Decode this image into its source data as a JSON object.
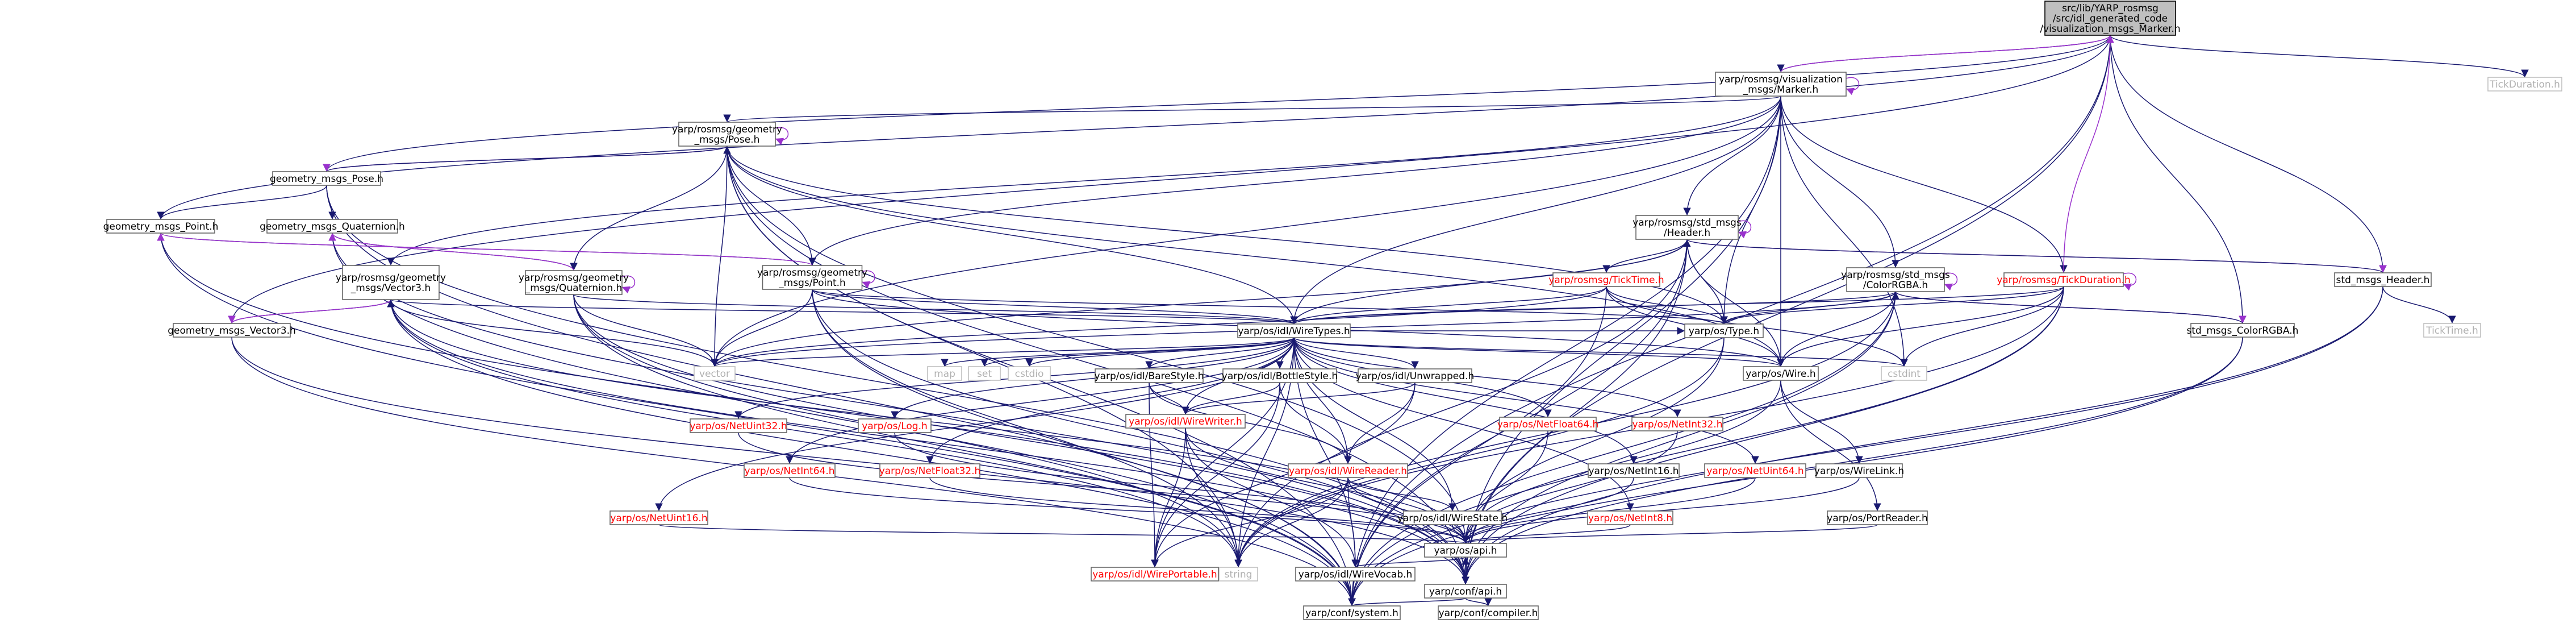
{
  "nodes": [
    {
      "id": "root",
      "label": [
        "src/lib/YARP_rosmsg",
        "/src/idl_generated_code",
        "/visualization_msgs_Marker.h"
      ],
      "kind": "root"
    },
    {
      "id": "vis_marker",
      "label": [
        "yarp/rosmsg/visualization",
        "_msgs/Marker.h"
      ],
      "kind": "normal"
    },
    {
      "id": "tick_duration_std",
      "label": [
        "TickDuration.h"
      ],
      "kind": "missing"
    },
    {
      "id": "geom_pose",
      "label": [
        "yarp/rosmsg/geometry",
        "_msgs/Pose.h"
      ],
      "kind": "normal"
    },
    {
      "id": "geometry_msgs_pose",
      "label": [
        "geometry_msgs_Pose.h"
      ],
      "kind": "normal"
    },
    {
      "id": "geometry_msgs_point",
      "label": [
        "geometry_msgs_Point.h"
      ],
      "kind": "normal"
    },
    {
      "id": "geometry_msgs_quat",
      "label": [
        "geometry_msgs_Quaternion.h"
      ],
      "kind": "normal"
    },
    {
      "id": "geometry_msgs_vec3",
      "label": [
        "geometry_msgs_Vector3.h"
      ],
      "kind": "normal"
    },
    {
      "id": "geom_vector3",
      "label": [
        "yarp/rosmsg/geometry",
        "_msgs/Vector3.h"
      ],
      "kind": "normal"
    },
    {
      "id": "geom_quat",
      "label": [
        "yarp/rosmsg/geometry",
        "_msgs/Quaternion.h"
      ],
      "kind": "normal"
    },
    {
      "id": "geom_point",
      "label": [
        "yarp/rosmsg/geometry",
        "_msgs/Point.h"
      ],
      "kind": "normal"
    },
    {
      "id": "std_header",
      "label": [
        "yarp/rosmsg/std_msgs",
        "/Header.h"
      ],
      "kind": "normal"
    },
    {
      "id": "tick_time",
      "label": [
        "yarp/rosmsg/TickTime.h"
      ],
      "kind": "broken"
    },
    {
      "id": "std_colorrgba",
      "label": [
        "yarp/rosmsg/std_msgs",
        "/ColorRGBA.h"
      ],
      "kind": "normal"
    },
    {
      "id": "tick_duration",
      "label": [
        "yarp/rosmsg/TickDuration.h"
      ],
      "kind": "broken"
    },
    {
      "id": "std_msgs_header",
      "label": [
        "std_msgs_Header.h"
      ],
      "kind": "normal"
    },
    {
      "id": "std_msgs_colorrgba",
      "label": [
        "std_msgs_ColorRGBA.h"
      ],
      "kind": "normal"
    },
    {
      "id": "ticktime_std",
      "label": [
        "TickTime.h"
      ],
      "kind": "missing"
    },
    {
      "id": "wiretypes",
      "label": [
        "yarp/os/idl/WireTypes.h"
      ],
      "kind": "normal"
    },
    {
      "id": "os_type",
      "label": [
        "yarp/os/Type.h"
      ],
      "kind": "normal"
    },
    {
      "id": "os_wire",
      "label": [
        "yarp/os/Wire.h"
      ],
      "kind": "normal"
    },
    {
      "id": "vector",
      "label": [
        "vector"
      ],
      "kind": "missing"
    },
    {
      "id": "map",
      "label": [
        "map"
      ],
      "kind": "missing"
    },
    {
      "id": "set",
      "label": [
        "set"
      ],
      "kind": "missing"
    },
    {
      "id": "cstdio",
      "label": [
        "cstdio"
      ],
      "kind": "missing"
    },
    {
      "id": "cstdint",
      "label": [
        "cstdint"
      ],
      "kind": "missing"
    },
    {
      "id": "string",
      "label": [
        "string"
      ],
      "kind": "missing"
    },
    {
      "id": "barestyle",
      "label": [
        "yarp/os/idl/BareStyle.h"
      ],
      "kind": "normal"
    },
    {
      "id": "bottlestyle",
      "label": [
        "yarp/os/idl/BottleStyle.h"
      ],
      "kind": "normal"
    },
    {
      "id": "unwrapped",
      "label": [
        "yarp/os/idl/Unwrapped.h"
      ],
      "kind": "normal"
    },
    {
      "id": "netfloat64",
      "label": [
        "yarp/os/NetFloat64.h"
      ],
      "kind": "broken"
    },
    {
      "id": "netint32",
      "label": [
        "yarp/os/NetInt32.h"
      ],
      "kind": "broken"
    },
    {
      "id": "netuint32",
      "label": [
        "yarp/os/NetUint32.h"
      ],
      "kind": "broken"
    },
    {
      "id": "os_log",
      "label": [
        "yarp/os/Log.h"
      ],
      "kind": "broken"
    },
    {
      "id": "wirewriter",
      "label": [
        "yarp/os/idl/WireWriter.h"
      ],
      "kind": "broken"
    },
    {
      "id": "wirereader",
      "label": [
        "yarp/os/idl/WireReader.h"
      ],
      "kind": "broken"
    },
    {
      "id": "netint64",
      "label": [
        "yarp/os/NetInt64.h"
      ],
      "kind": "broken"
    },
    {
      "id": "netfloat32",
      "label": [
        "yarp/os/NetFloat32.h"
      ],
      "kind": "broken"
    },
    {
      "id": "netuint64",
      "label": [
        "yarp/os/NetUint64.h"
      ],
      "kind": "broken"
    },
    {
      "id": "netint16",
      "label": [
        "yarp/os/NetInt16.h"
      ],
      "kind": "normal"
    },
    {
      "id": "wirelink",
      "label": [
        "yarp/os/WireLink.h"
      ],
      "kind": "normal"
    },
    {
      "id": "netint8",
      "label": [
        "yarp/os/NetInt8.h"
      ],
      "kind": "broken"
    },
    {
      "id": "netuint16",
      "label": [
        "yarp/os/NetUint16.h"
      ],
      "kind": "broken"
    },
    {
      "id": "wireportable",
      "label": [
        "yarp/os/idl/WirePortable.h"
      ],
      "kind": "broken"
    },
    {
      "id": "wirevocab",
      "label": [
        "yarp/os/idl/WireVocab.h"
      ],
      "kind": "normal"
    },
    {
      "id": "wirestate",
      "label": [
        "yarp/os/idl/WireState.h"
      ],
      "kind": "normal"
    },
    {
      "id": "portreader",
      "label": [
        "yarp/os/PortReader.h"
      ],
      "kind": "normal"
    },
    {
      "id": "os_api",
      "label": [
        "yarp/os/api.h"
      ],
      "kind": "normal"
    },
    {
      "id": "conf_api",
      "label": [
        "yarp/conf/api.h"
      ],
      "kind": "normal"
    },
    {
      "id": "conf_system",
      "label": [
        "yarp/conf/system.h"
      ],
      "kind": "normal"
    },
    {
      "id": "conf_compiler",
      "label": [
        "yarp/conf/compiler.h"
      ],
      "kind": "normal"
    }
  ],
  "edges": [
    [
      "root",
      "vis_marker",
      "n"
    ],
    [
      "root",
      "tick_duration_std",
      "n"
    ],
    [
      "root",
      "geometry_msgs_pose",
      "n"
    ],
    [
      "root",
      "geometry_msgs_point",
      "n"
    ],
    [
      "root",
      "geometry_msgs_vec3",
      "n"
    ],
    [
      "root",
      "std_msgs_header",
      "n"
    ],
    [
      "root",
      "std_msgs_colorrgba",
      "n"
    ],
    [
      "root",
      "conf_api",
      "n"
    ],
    [
      "root",
      "conf_system",
      "n"
    ],
    [
      "vis_marker",
      "root",
      "p"
    ],
    [
      "vis_marker",
      "vis_marker",
      "p"
    ],
    [
      "vis_marker",
      "geom_pose",
      "n"
    ],
    [
      "vis_marker",
      "geom_vector3",
      "n"
    ],
    [
      "vis_marker",
      "geom_point",
      "n"
    ],
    [
      "vis_marker",
      "std_header",
      "n"
    ],
    [
      "vis_marker",
      "std_colorrgba",
      "n"
    ],
    [
      "vis_marker",
      "tick_duration",
      "n"
    ],
    [
      "vis_marker",
      "wiretypes",
      "n"
    ],
    [
      "vis_marker",
      "os_type",
      "n"
    ],
    [
      "vis_marker",
      "os_wire",
      "n"
    ],
    [
      "vis_marker",
      "vector",
      "n"
    ],
    [
      "vis_marker",
      "conf_api",
      "n"
    ],
    [
      "vis_marker",
      "conf_system",
      "n"
    ],
    [
      "vis_marker",
      "cstdint",
      "n"
    ],
    [
      "geom_pose",
      "geom_pose",
      "p"
    ],
    [
      "geom_pose",
      "geometry_msgs_pose",
      "p"
    ],
    [
      "geom_pose",
      "geom_point",
      "n"
    ],
    [
      "geom_pose",
      "geom_quat",
      "n"
    ],
    [
      "geom_pose",
      "wiretypes",
      "n"
    ],
    [
      "geom_pose",
      "os_type",
      "n"
    ],
    [
      "geom_pose",
      "os_wire",
      "n"
    ],
    [
      "geom_pose",
      "vector",
      "n"
    ],
    [
      "geom_pose",
      "string",
      "n"
    ],
    [
      "geom_pose",
      "os_api",
      "n"
    ],
    [
      "geom_pose",
      "conf_api",
      "n"
    ],
    [
      "geom_pose",
      "conf_system",
      "n"
    ],
    [
      "geometry_msgs_pose",
      "geom_pose",
      "n"
    ],
    [
      "geometry_msgs_pose",
      "geometry_msgs_point",
      "n"
    ],
    [
      "geometry_msgs_pose",
      "geometry_msgs_quat",
      "n"
    ],
    [
      "geometry_msgs_pose",
      "conf_api",
      "n"
    ],
    [
      "geometry_msgs_pose",
      "conf_system",
      "n"
    ],
    [
      "geometry_msgs_point",
      "geom_point",
      "n"
    ],
    [
      "geometry_msgs_point",
      "conf_api",
      "n"
    ],
    [
      "geometry_msgs_point",
      "conf_system",
      "n"
    ],
    [
      "geometry_msgs_quat",
      "geom_quat",
      "n"
    ],
    [
      "geometry_msgs_quat",
      "conf_api",
      "n"
    ],
    [
      "geometry_msgs_quat",
      "conf_system",
      "n"
    ],
    [
      "geometry_msgs_vec3",
      "geom_vector3",
      "n"
    ],
    [
      "geometry_msgs_vec3",
      "conf_api",
      "n"
    ],
    [
      "geometry_msgs_vec3",
      "conf_system",
      "n"
    ],
    [
      "geom_vector3",
      "geometry_msgs_vec3",
      "p"
    ],
    [
      "geom_vector3",
      "wiretypes",
      "n"
    ],
    [
      "geom_vector3",
      "vector",
      "n"
    ],
    [
      "geom_vector3",
      "string",
      "n"
    ],
    [
      "geom_vector3",
      "os_api",
      "n"
    ],
    [
      "geom_vector3",
      "conf_api",
      "n"
    ],
    [
      "geom_vector3",
      "conf_system",
      "n"
    ],
    [
      "geom_quat",
      "geom_quat",
      "p"
    ],
    [
      "geom_quat",
      "geometry_msgs_quat",
      "p"
    ],
    [
      "geom_quat",
      "wiretypes",
      "n"
    ],
    [
      "geom_quat",
      "vector",
      "n"
    ],
    [
      "geom_quat",
      "string",
      "n"
    ],
    [
      "geom_quat",
      "conf_api",
      "n"
    ],
    [
      "geom_quat",
      "conf_system",
      "n"
    ],
    [
      "geom_point",
      "geom_point",
      "p"
    ],
    [
      "geom_point",
      "geometry_msgs_point",
      "p"
    ],
    [
      "geom_point",
      "wiretypes",
      "n"
    ],
    [
      "geom_point",
      "os_type",
      "n"
    ],
    [
      "geom_point",
      "vector",
      "n"
    ],
    [
      "geom_point",
      "string",
      "n"
    ],
    [
      "geom_point",
      "conf_api",
      "n"
    ],
    [
      "geom_point",
      "conf_system",
      "n"
    ],
    [
      "geom_point",
      "os_wire",
      "n"
    ],
    [
      "std_header",
      "std_header",
      "p"
    ],
    [
      "std_header",
      "std_msgs_header",
      "p"
    ],
    [
      "std_header",
      "tick_time",
      "n"
    ],
    [
      "std_header",
      "wiretypes",
      "n"
    ],
    [
      "std_header",
      "os_type",
      "n"
    ],
    [
      "std_header",
      "os_wire",
      "n"
    ],
    [
      "std_header",
      "vector",
      "n"
    ],
    [
      "std_header",
      "string",
      "n"
    ],
    [
      "std_header",
      "conf_api",
      "n"
    ],
    [
      "std_header",
      "conf_system",
      "n"
    ],
    [
      "tick_time",
      "wiretypes",
      "n"
    ],
    [
      "tick_time",
      "os_type",
      "n"
    ],
    [
      "tick_time",
      "os_wire",
      "n"
    ],
    [
      "tick_time",
      "vector",
      "n"
    ],
    [
      "tick_time",
      "conf_system",
      "n"
    ],
    [
      "tick_time",
      "cstdint",
      "n"
    ],
    [
      "std_colorrgba",
      "std_colorrgba",
      "p"
    ],
    [
      "std_colorrgba",
      "std_msgs_colorrgba",
      "p"
    ],
    [
      "std_colorrgba",
      "wiretypes",
      "n"
    ],
    [
      "std_colorrgba",
      "os_type",
      "n"
    ],
    [
      "std_colorrgba",
      "os_wire",
      "n"
    ],
    [
      "std_colorrgba",
      "vector",
      "n"
    ],
    [
      "std_colorrgba",
      "string",
      "n"
    ],
    [
      "std_colorrgba",
      "conf_api",
      "n"
    ],
    [
      "std_colorrgba",
      "conf_system",
      "n"
    ],
    [
      "tick_duration",
      "tick_duration",
      "p"
    ],
    [
      "tick_duration",
      "root",
      "p"
    ],
    [
      "tick_duration",
      "wiretypes",
      "n"
    ],
    [
      "tick_duration",
      "os_type",
      "n"
    ],
    [
      "tick_duration",
      "os_wire",
      "n"
    ],
    [
      "tick_duration",
      "cstdint",
      "n"
    ],
    [
      "tick_duration",
      "string",
      "n"
    ],
    [
      "tick_duration",
      "conf_api",
      "n"
    ],
    [
      "tick_duration",
      "conf_system",
      "n"
    ],
    [
      "std_msgs_header",
      "std_header",
      "n"
    ],
    [
      "std_msgs_header",
      "ticktime_std",
      "n"
    ],
    [
      "std_msgs_header",
      "conf_api",
      "n"
    ],
    [
      "std_msgs_header",
      "conf_system",
      "n"
    ],
    [
      "std_msgs_colorrgba",
      "std_colorrgba",
      "n"
    ],
    [
      "std_msgs_colorrgba",
      "conf_api",
      "n"
    ],
    [
      "std_msgs_colorrgba",
      "conf_system",
      "n"
    ],
    [
      "wiretypes",
      "vector",
      "n"
    ],
    [
      "wiretypes",
      "map",
      "n"
    ],
    [
      "wiretypes",
      "set",
      "n"
    ],
    [
      "wiretypes",
      "cstdio",
      "n"
    ],
    [
      "wiretypes",
      "cstdint",
      "n"
    ],
    [
      "wiretypes",
      "string",
      "n"
    ],
    [
      "wiretypes",
      "os_type",
      "n"
    ],
    [
      "wiretypes",
      "os_wire",
      "n"
    ],
    [
      "wiretypes",
      "barestyle",
      "n"
    ],
    [
      "wiretypes",
      "bottlestyle",
      "n"
    ],
    [
      "wiretypes",
      "unwrapped",
      "n"
    ],
    [
      "wiretypes",
      "netfloat64",
      "n"
    ],
    [
      "wiretypes",
      "netint32",
      "n"
    ],
    [
      "wiretypes",
      "netuint32",
      "n"
    ],
    [
      "wiretypes",
      "os_log",
      "n"
    ],
    [
      "wiretypes",
      "wirewriter",
      "n"
    ],
    [
      "wiretypes",
      "wirereader",
      "n"
    ],
    [
      "wiretypes",
      "netint64",
      "n"
    ],
    [
      "wiretypes",
      "netfloat32",
      "n"
    ],
    [
      "wiretypes",
      "netuint64",
      "n"
    ],
    [
      "wiretypes",
      "netint16",
      "n"
    ],
    [
      "wiretypes",
      "netint8",
      "n"
    ],
    [
      "wiretypes",
      "netuint16",
      "n"
    ],
    [
      "wiretypes",
      "wireportable",
      "n"
    ],
    [
      "wiretypes",
      "wirevocab",
      "n"
    ],
    [
      "wiretypes",
      "wirestate",
      "n"
    ],
    [
      "os_type",
      "os_api",
      "n"
    ],
    [
      "os_type",
      "string",
      "n"
    ],
    [
      "os_wire",
      "wirelink",
      "n"
    ],
    [
      "os_wire",
      "portreader",
      "n"
    ],
    [
      "os_wire",
      "os_api",
      "n"
    ],
    [
      "barestyle",
      "wirewriter",
      "n"
    ],
    [
      "barestyle",
      "wirereader",
      "n"
    ],
    [
      "barestyle",
      "wireportable",
      "n"
    ],
    [
      "bottlestyle",
      "wirewriter",
      "n"
    ],
    [
      "bottlestyle",
      "wirereader",
      "n"
    ],
    [
      "bottlestyle",
      "wireportable",
      "n"
    ],
    [
      "unwrapped",
      "wirewriter",
      "n"
    ],
    [
      "unwrapped",
      "wirereader",
      "n"
    ],
    [
      "unwrapped",
      "wireportable",
      "n"
    ],
    [
      "wirewriter",
      "wireportable",
      "n"
    ],
    [
      "wirewriter",
      "wirevocab",
      "n"
    ],
    [
      "wirewriter",
      "string",
      "n"
    ],
    [
      "wirewriter",
      "os_api",
      "n"
    ],
    [
      "wirereader",
      "wireportable",
      "n"
    ],
    [
      "wirereader",
      "wirevocab",
      "n"
    ],
    [
      "wirereader",
      "wirestate",
      "n"
    ],
    [
      "wirereader",
      "string",
      "n"
    ],
    [
      "wirereader",
      "os_api",
      "n"
    ],
    [
      "netint32",
      "os_api",
      "n"
    ],
    [
      "netuint32",
      "os_api",
      "n"
    ],
    [
      "os_log",
      "os_api",
      "n"
    ],
    [
      "netint64",
      "os_api",
      "n"
    ],
    [
      "netfloat32",
      "os_api",
      "n"
    ],
    [
      "netuint64",
      "os_api",
      "n"
    ],
    [
      "netfloat64",
      "os_api",
      "n"
    ],
    [
      "netint16",
      "os_api",
      "n"
    ],
    [
      "netint8",
      "os_api",
      "n"
    ],
    [
      "netuint16",
      "os_api",
      "n"
    ],
    [
      "wirelink",
      "os_api",
      "n"
    ],
    [
      "portreader",
      "os_api",
      "n"
    ],
    [
      "wirevocab",
      "os_api",
      "n"
    ],
    [
      "wirestate",
      "os_api",
      "n"
    ],
    [
      "os_api",
      "conf_api",
      "n"
    ],
    [
      "conf_api",
      "conf_system",
      "n"
    ],
    [
      "conf_api",
      "conf_compiler",
      "n"
    ]
  ],
  "colors": {
    "arrow": "#191970",
    "arrow_back": "#9a32cd",
    "broken_text": "#ff0000",
    "root_fill": "#bfbfbf"
  }
}
